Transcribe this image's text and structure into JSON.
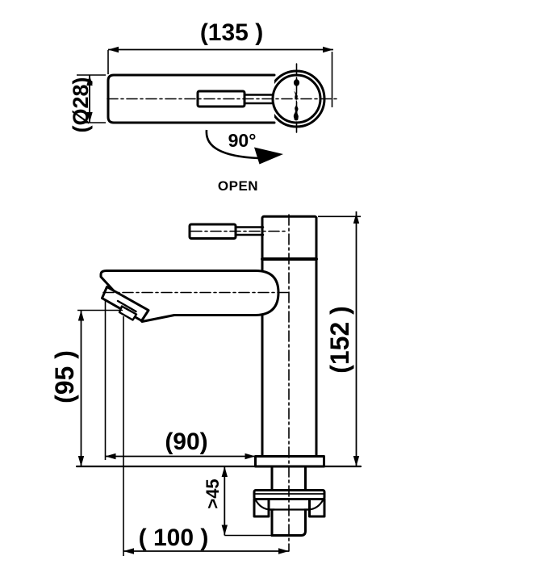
{
  "document": {
    "type": "technical-drawing",
    "subject": "Single-lever basin mixer faucet - dimensioned top and side views"
  },
  "colors": {
    "line": "#000000",
    "background": "#ffffff"
  },
  "top_view": {
    "length": "(135 )",
    "diameter": "(Ø28)",
    "rotation": "90°",
    "rotation_caption": "OPEN"
  },
  "side_view": {
    "outlet_height": "(95 )",
    "overall_height": "(152 )",
    "tip_to_body": "(90)",
    "spout_reach": "( 100 )",
    "deck_thickness": ">45"
  }
}
